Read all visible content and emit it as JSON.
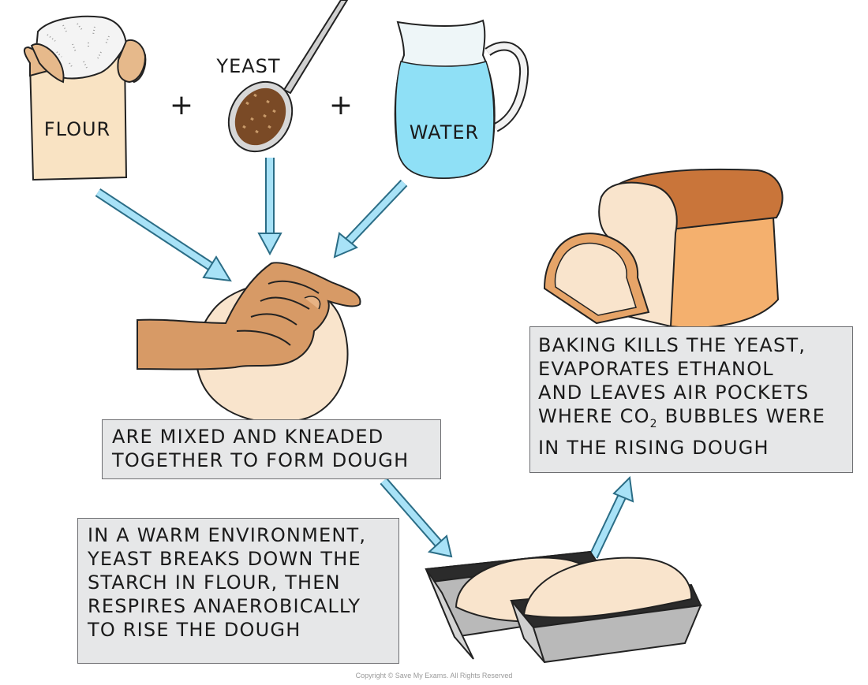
{
  "labels": {
    "flour": "FLOUR",
    "yeast": "YEAST",
    "water": "WATER",
    "plus_1": "+",
    "plus_2": "+"
  },
  "boxes": {
    "mixing": [
      "ARE MIXED AND KNEADED",
      "TOGETHER TO FORM DOUGH"
    ],
    "rising": [
      "IN A WARM ENVIRONMENT,",
      "YEAST BREAKS DOWN THE",
      "STARCH IN FLOUR, THEN",
      "RESPIRES ANAEROBICALLY",
      "TO RISE THE DOUGH"
    ],
    "baking": {
      "line1": "BAKING KILLS THE YEAST,",
      "line2": "EVAPORATES ETHANOL",
      "line3": "AND LEAVES AIR POCKETS",
      "line4_pre": "WHERE CO",
      "line4_sub": "2",
      "line4_post": " BUBBLES WERE",
      "line5": "IN THE RISING DOUGH"
    }
  },
  "copyright": "Copyright © Save My Exams. All Rights Reserved",
  "colors": {
    "arrow": "#a8e2f7",
    "arrow_outline": "#2b6d86",
    "flour_bag": "#f9e3c3",
    "water": "#8fe0f6",
    "skin": "#d79a66",
    "dough": "#f9e4cc",
    "crust": "#cd7a3f",
    "tin": "#b9b9b9"
  }
}
